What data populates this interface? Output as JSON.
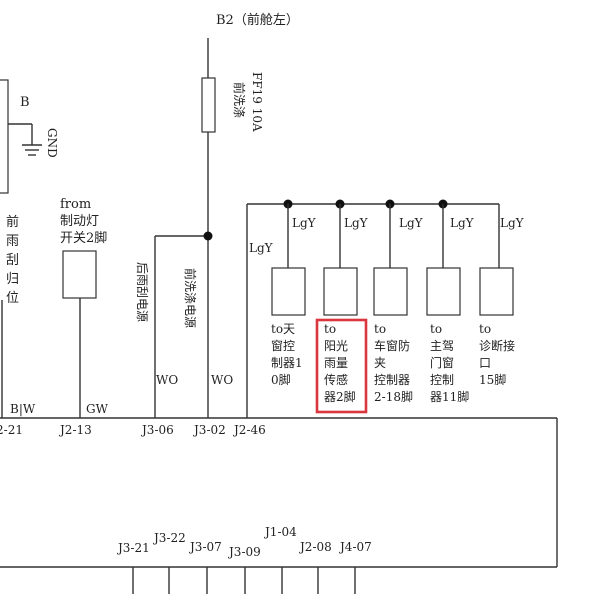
{
  "power_source": {
    "label": "B2（前舱左）"
  },
  "fuse": {
    "name": "前洗涤",
    "rating": "FF19 10A"
  },
  "left_module": {
    "pin_label": "B",
    "ground_label": "GND"
  },
  "left_text": [
    "前",
    "雨",
    "刮",
    "归",
    "位"
  ],
  "brake_switch": {
    "lines": [
      "from",
      "制动灯",
      "开关2脚"
    ]
  },
  "rear_wiper_power": "后雨刮电源",
  "front_washer_power": "前洗涤电源",
  "wire_colors": {
    "blw": "B|W",
    "gw": "GW",
    "wo_a": "WO",
    "wo_b": "WO",
    "lgy_main": "LgY",
    "lgy_branches": [
      "LgY",
      "LgY",
      "LgY",
      "LgY",
      "LgY"
    ]
  },
  "targets": [
    {
      "lines": [
        "to天",
        "窗控",
        "制器1",
        "0脚"
      ],
      "highlighted": false
    },
    {
      "lines": [
        "to",
        "阳光",
        "雨量",
        "传感",
        "器2脚"
      ],
      "highlighted": true
    },
    {
      "lines": [
        "to",
        "车窗防",
        "夹",
        "控制器",
        "2-18脚"
      ],
      "highlighted": false
    },
    {
      "lines": [
        "to",
        "主驾",
        "门窗",
        "控制",
        "器11脚"
      ],
      "highlighted": false
    },
    {
      "lines": [
        "to",
        "诊断接",
        "口",
        "15脚"
      ],
      "highlighted": false
    }
  ],
  "connector_top_pins": [
    "2-21",
    "J2-13",
    "J3-06",
    "J3-02",
    "J2-46"
  ],
  "connector_bottom_pins": [
    "J3-21",
    "J3-22",
    "J3-07",
    "J3-09",
    "J1-04",
    "J2-08",
    "J4-07"
  ],
  "colors": {
    "highlight": "#d9363e",
    "line": "#333333"
  }
}
